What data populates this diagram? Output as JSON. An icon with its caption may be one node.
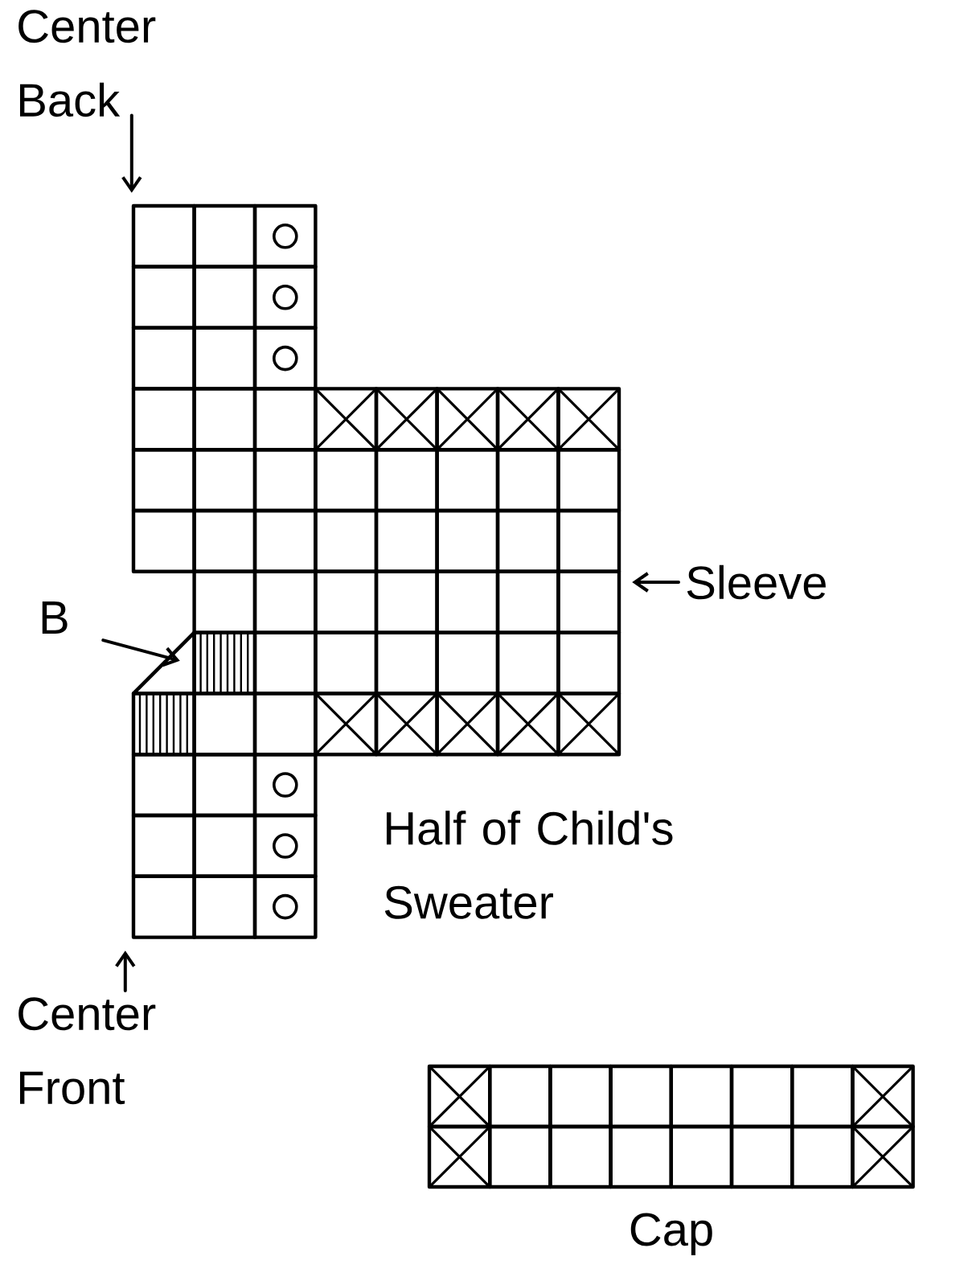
{
  "diagram": {
    "nodes": [
      {
        "text": [
          "Center Back"
        ]
      },
      {
        "text": [],
        "shape": "grid"
      },
      {
        "text": [
          "Sleeve"
        ]
      },
      {
        "text": [
          "B"
        ]
      },
      {
        "text": [
          "Center Front"
        ]
      },
      {
        "text": [
          "Cap"
        ]
      }
    ],
    "edges": [
      {
        "from": 0,
        "to": 1,
        "arrow": "to"
      },
      {
        "from": 2,
        "to": 1,
        "arrow": "to"
      },
      {
        "from": 3,
        "to": 1,
        "arrow": "to"
      },
      {
        "from": 4,
        "to": 1,
        "arrow": "to"
      }
    ],
    "labels": [
      "Half of Child's Sweater"
    ]
  }
}
